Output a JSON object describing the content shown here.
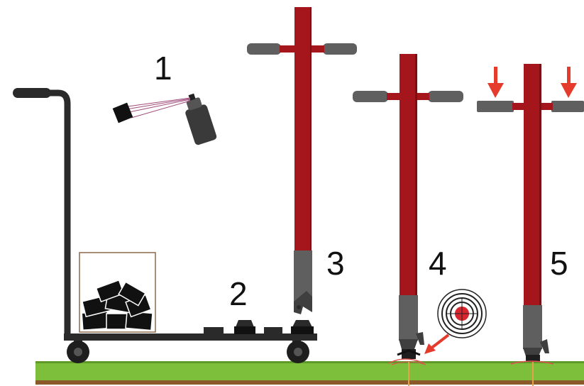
{
  "steps": [
    {
      "number": "1",
      "action": "spray-paint"
    },
    {
      "number": "2",
      "action": "place-markers"
    },
    {
      "number": "3",
      "action": "hold-driver"
    },
    {
      "number": "4",
      "action": "aim-target"
    },
    {
      "number": "5",
      "action": "press-down"
    }
  ],
  "colors": {
    "pole": "#a4161c",
    "pole_dark": "#7d0f14",
    "handle": "#5f5f5f",
    "cart": "#2a2a2a",
    "ground": "#7dbf3b",
    "soil": "#8a5a2b",
    "arrow": "#e53b2c",
    "target_red": "#d7262d"
  },
  "icons": {
    "cart": "hand-truck-icon",
    "spray": "spray-can-icon",
    "target": "target-icon",
    "arrow": "down-arrow-icon"
  }
}
